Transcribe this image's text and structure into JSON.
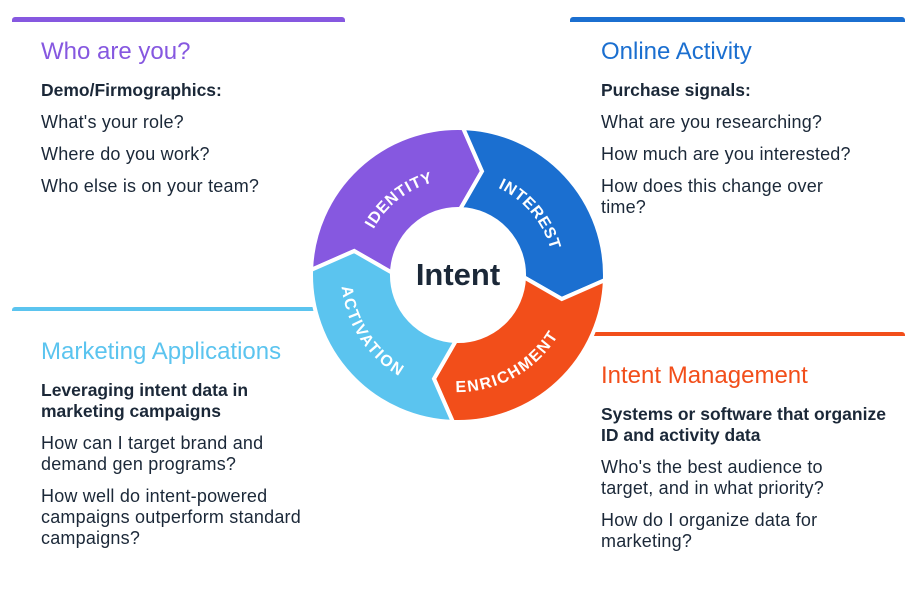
{
  "colors": {
    "identity": "#8658e0",
    "interest": "#1b6fd0",
    "enrichment": "#f24e1a",
    "activation": "#5bc4ef",
    "text": "#1b2838"
  },
  "center_label": "Intent",
  "segments": [
    {
      "label": "IDENTITY",
      "color": "#8658e0"
    },
    {
      "label": "INTEREST",
      "color": "#1b6fd0"
    },
    {
      "label": "ENRICHMENT",
      "color": "#f24e1a"
    },
    {
      "label": "ACTIVATION",
      "color": "#5bc4ef"
    }
  ],
  "who": {
    "title": "Who are you?",
    "heading": "Demo/Firmographics:",
    "lines": [
      "What's your role?",
      "Where do you work?",
      "Who else is on your team?"
    ]
  },
  "online": {
    "title": "Online Activity",
    "heading": "Purchase signals:",
    "lines": [
      "What are you researching?",
      "How much are you interested?",
      "How does this change over time?"
    ]
  },
  "marketing": {
    "title": "Marketing Applications",
    "heading": "Leveraging intent data in marketing campaigns",
    "lines": [
      "How can I target brand and demand gen programs?",
      "How well do intent-powered campaigns outperform standard campaigns?"
    ]
  },
  "management": {
    "title": "Intent Management",
    "heading": "Systems or software that organize ID and activity data",
    "lines": [
      "Who's the best audience to target, and in what priority?",
      "How do I organize data for marketing?"
    ]
  }
}
